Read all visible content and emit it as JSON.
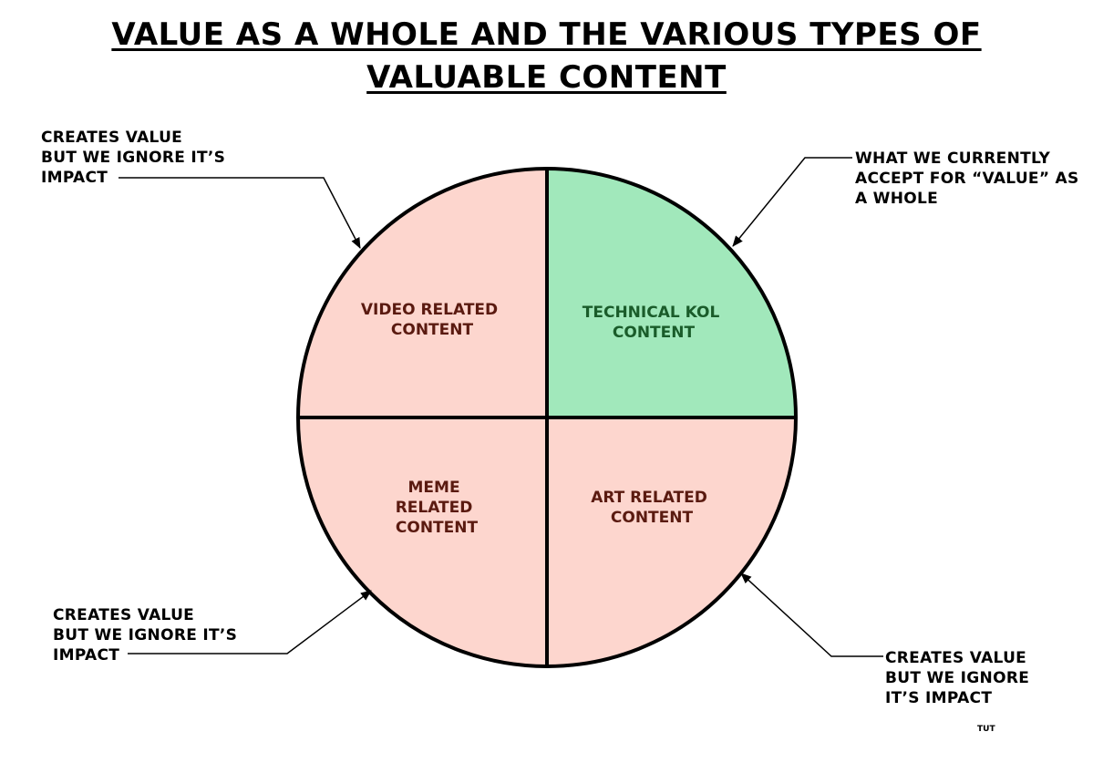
{
  "title": {
    "line1": "VALUE AS A WHOLE AND THE VARIOUS TYPES OF",
    "line2": "VALUABLE CONTENT"
  },
  "quadrants": {
    "top_left": {
      "lines": [
        "VIDEO RELATED",
        "CONTENT"
      ],
      "fill": "#fdd6ce",
      "text_color": "#5a1a10"
    },
    "top_right": {
      "lines": [
        "TECHNICAL KOL",
        "CONTENT"
      ],
      "fill": "#a1e8bb",
      "text_color": "#1a5c2a"
    },
    "bottom_left": {
      "lines": [
        "MEME",
        "RELATED",
        "CONTENT"
      ],
      "fill": "#fdd6ce",
      "text_color": "#5a1a10"
    },
    "bottom_right": {
      "lines": [
        "ART RELATED",
        "CONTENT"
      ],
      "fill": "#fdd6ce",
      "text_color": "#5a1a10"
    }
  },
  "annotations": {
    "top_left": {
      "lines": [
        "CREATES VALUE",
        "BUT WE IGNORE IT’S",
        "IMPACT"
      ]
    },
    "top_right": {
      "lines": [
        "WHAT WE CURRENTLY",
        "ACCEPT FOR “VALUE” AS",
        "A WHOLE"
      ]
    },
    "bottom_left": {
      "lines": [
        "CREATES VALUE",
        "BUT WE IGNORE IT’S",
        "IMPACT"
      ]
    },
    "bottom_right": {
      "lines": [
        "CREATES VALUE",
        "BUT WE IGNORE",
        "IT’S IMPACT"
      ]
    }
  },
  "footer": "TUT"
}
